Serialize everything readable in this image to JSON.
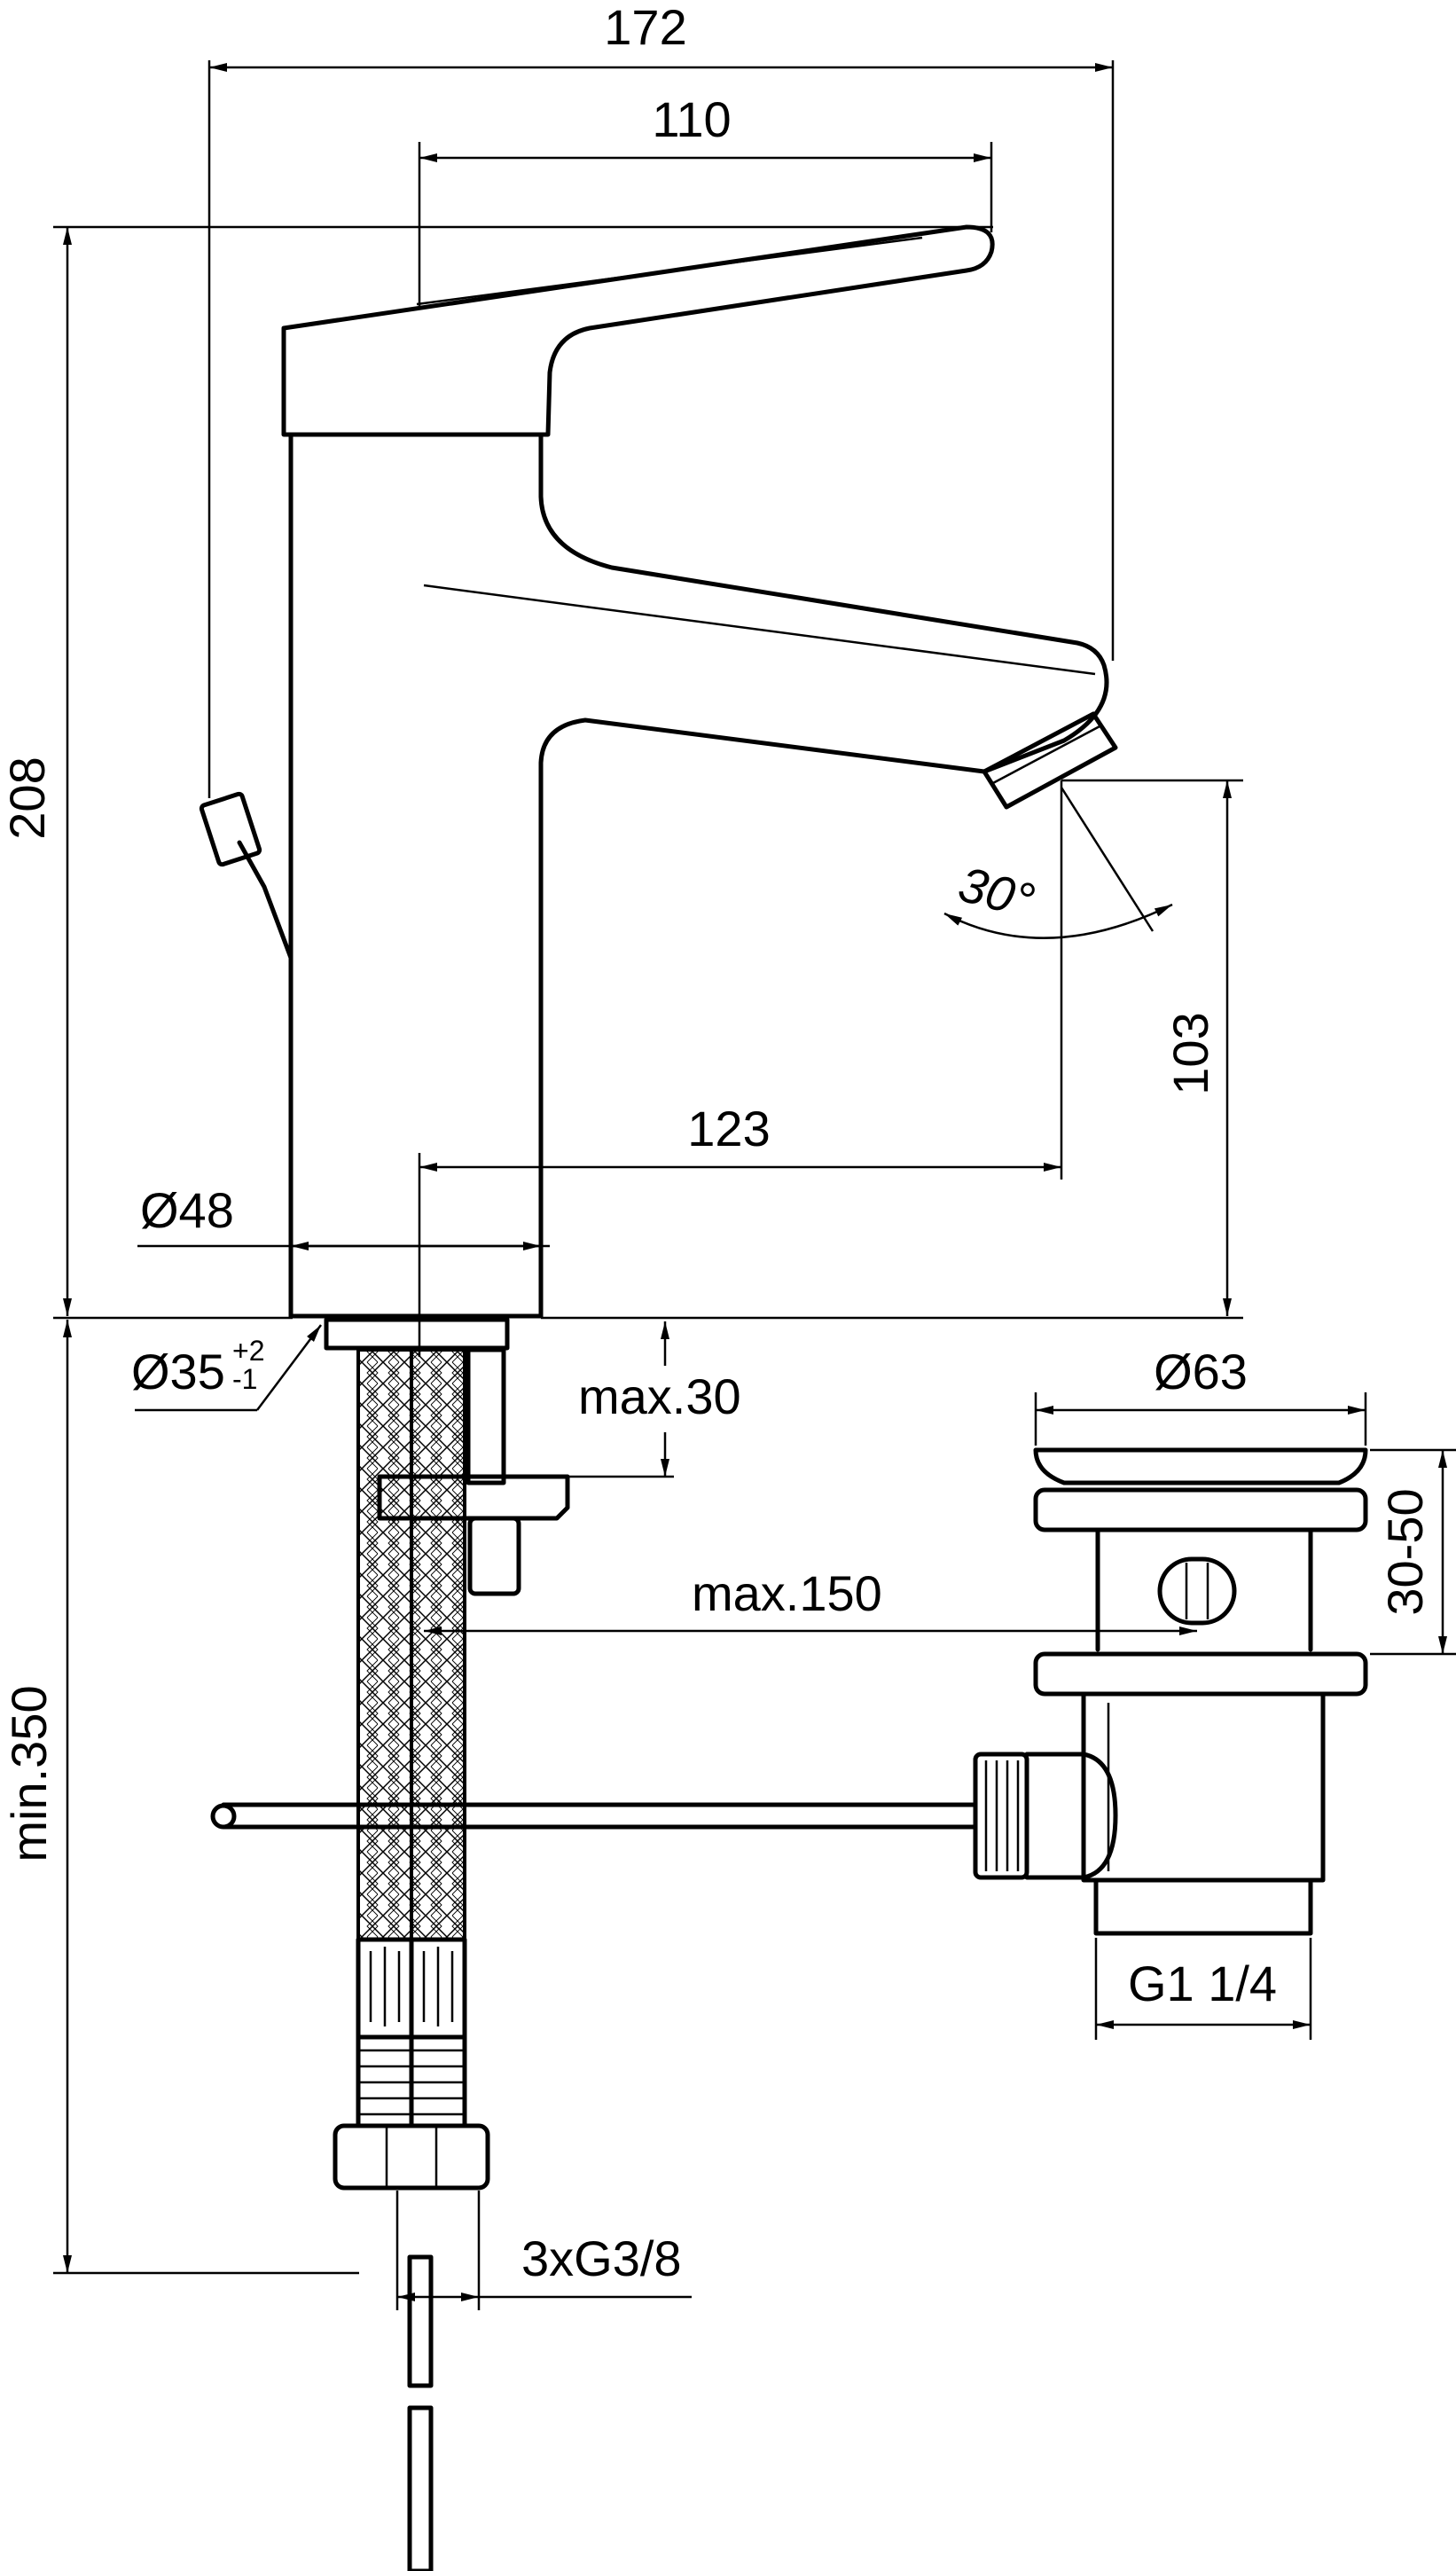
{
  "dimensions": {
    "total_length": "172",
    "lever_length": "110",
    "total_height": "208",
    "spout_projection": "123",
    "spout_height": "103",
    "body_diameter": "Ø48",
    "hole_diameter": "Ø35",
    "hole_tolerance_upper": "+2",
    "hole_tolerance_lower": "-1",
    "angle": "30°",
    "max_deck_thickness": "max.30",
    "max_distance_drain": "max.150",
    "min_hose_length": "min.350",
    "waste_diameter": "Ø63",
    "waste_height": "30-50",
    "waste_thread": "G1 1/4",
    "hose_thread": "3xG3/8"
  }
}
